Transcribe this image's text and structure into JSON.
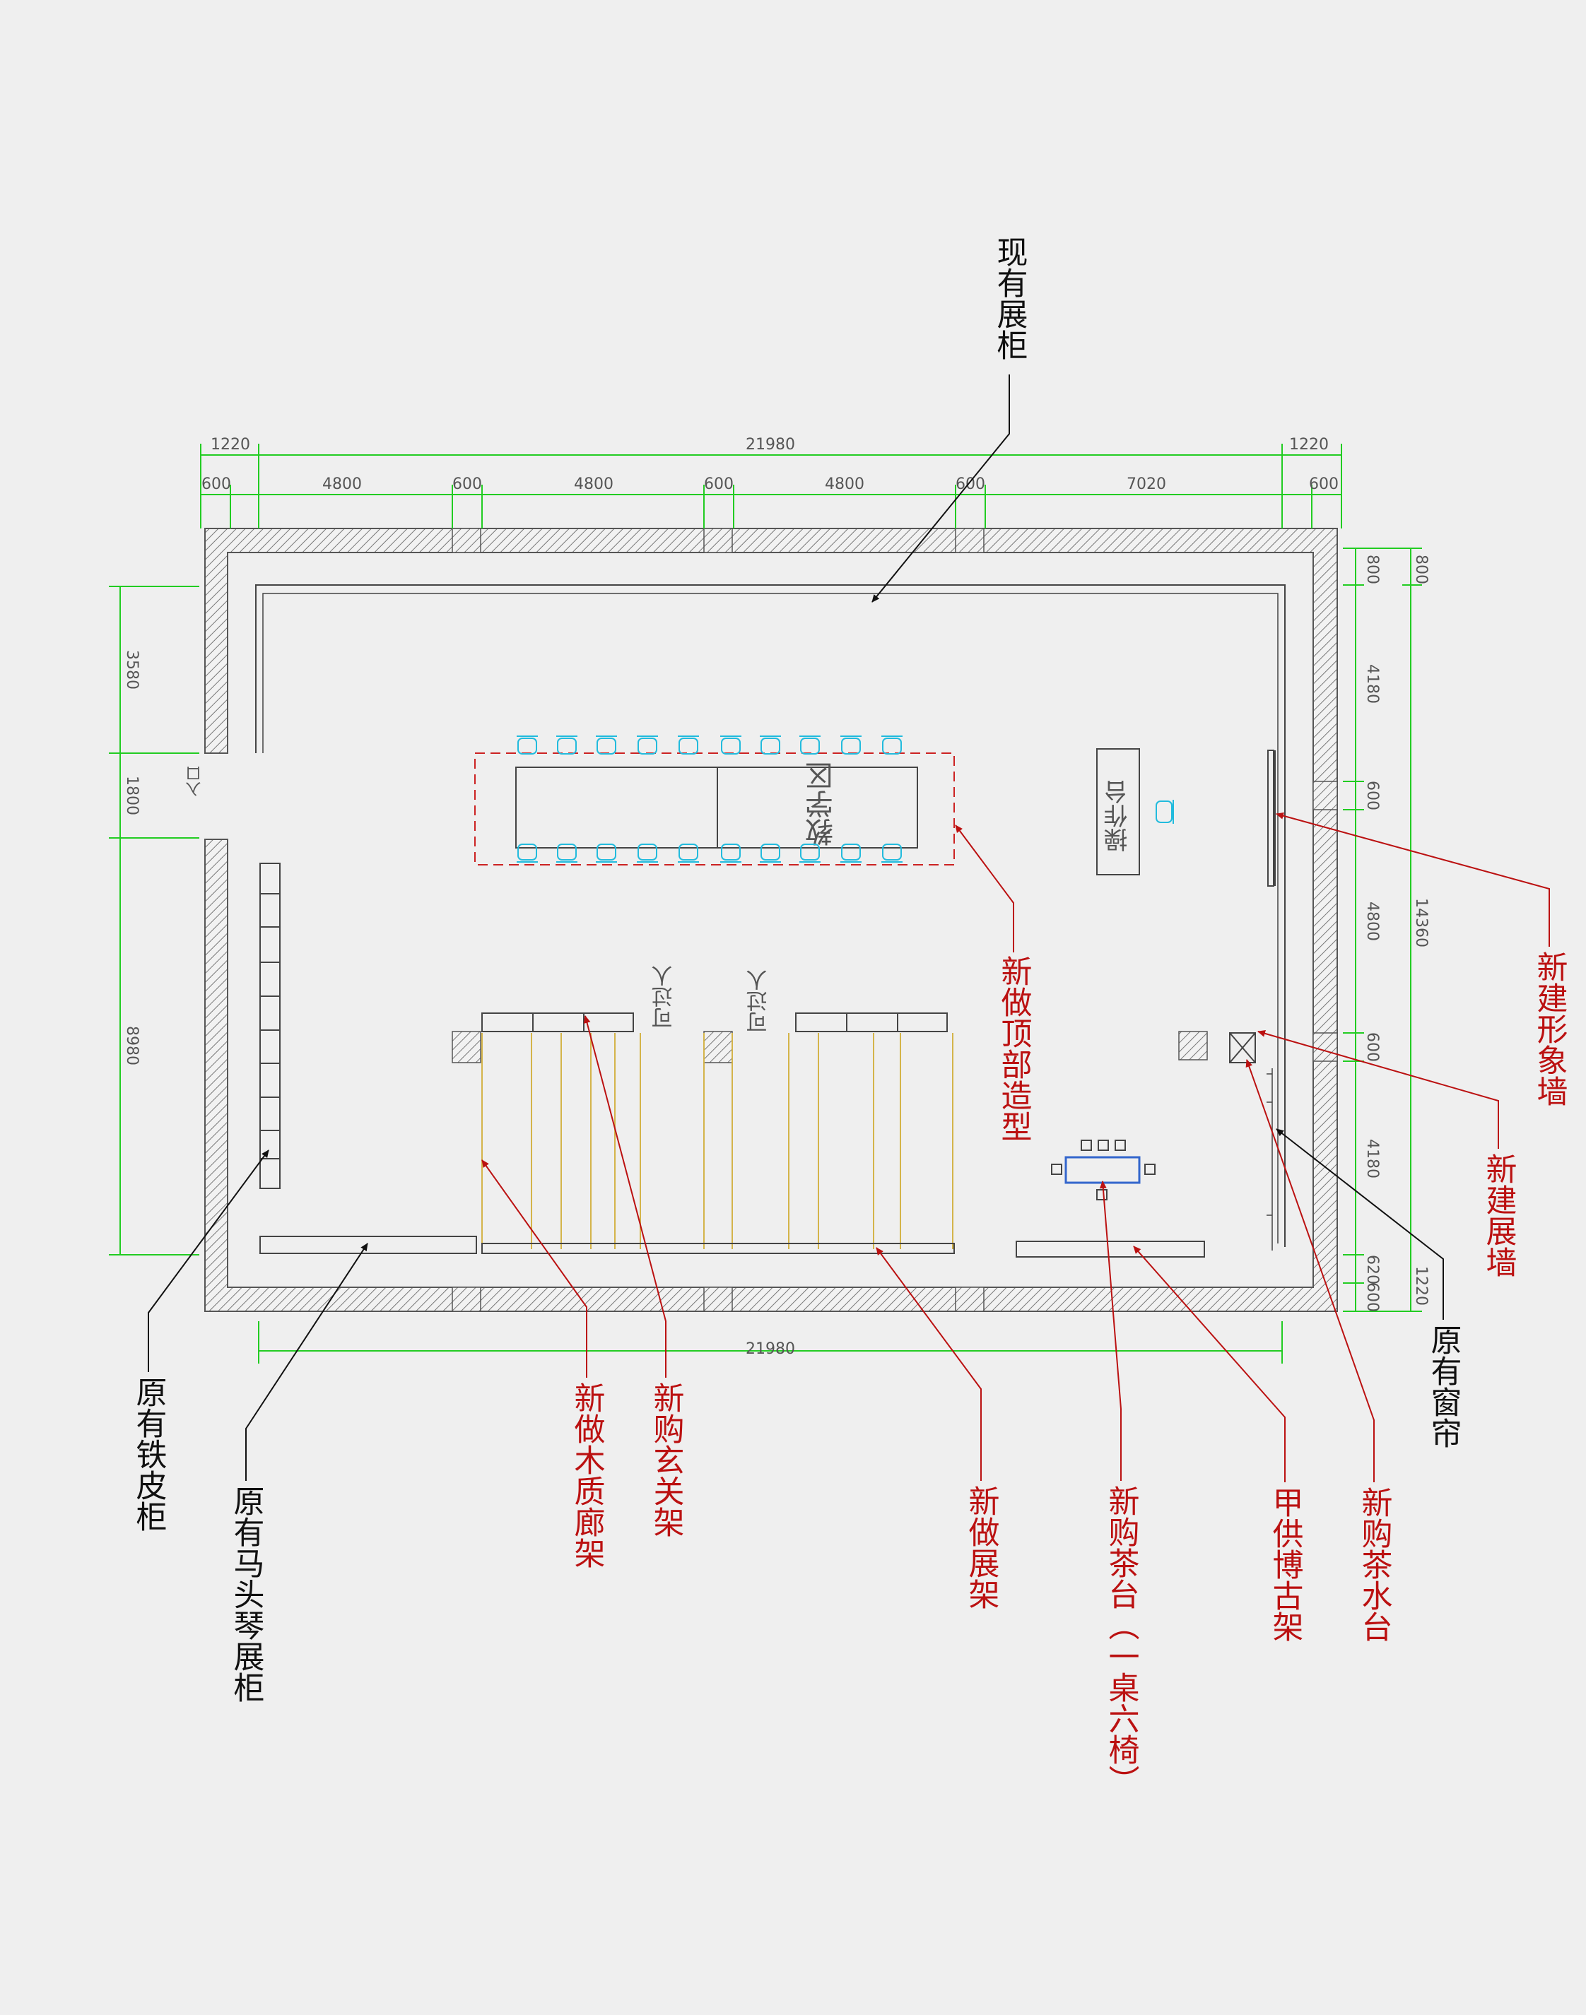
{
  "labels": {
    "existing_display_cabinet": "现有展柜",
    "new_ceiling_feature": "新做顶部造型",
    "new_image_wall": "新建形象墙",
    "new_display_wall": "新建展墙",
    "existing_curtain": "原有窗帘",
    "new_tea_water_station": "新购茶水台",
    "client_supplied_antique_shelf": "甲供博古架",
    "new_tea_table": "新购茶台（一桌六椅）",
    "new_display_rack": "新做展架",
    "new_entrance_rack": "新购玄关架",
    "new_wooden_corridor_rack": "新做木质廊架",
    "existing_morin_khuur_cabinet": "原有马头琴展柜",
    "existing_metal_cabinet": "原有铁皮柜"
  },
  "inner_text": {
    "teaching_area": "教学区",
    "operation_desk": "操作台",
    "passable_1": "可过人",
    "passable_2": "可过人",
    "entrance": "入口"
  },
  "dimensions": {
    "top_total": "21980",
    "top_left_end": "1220",
    "top_right_end": "1220",
    "top_segments": [
      "600",
      "4800",
      "600",
      "4800",
      "600",
      "4800",
      "600",
      "7020",
      "600"
    ],
    "bottom_total": "21980",
    "right_segments": [
      "800",
      "4180",
      "600",
      "4800",
      "600",
      "4180",
      "620",
      "600"
    ],
    "right_outer_top": "800",
    "right_total": "14360",
    "right_outer_bottom": "1220",
    "left_segments": [
      "3580",
      "1800",
      "8980"
    ]
  },
  "colors": {
    "wall": "#555555",
    "dimension": "#22cc22",
    "new_item_label": "#bb1111",
    "existing_label": "#111111",
    "furniture": "#444444",
    "chair": "#22bbdd",
    "rack_line": "#d4b44a",
    "ceiling_outline": "#cc2222",
    "tea_table": "#3366cc"
  }
}
